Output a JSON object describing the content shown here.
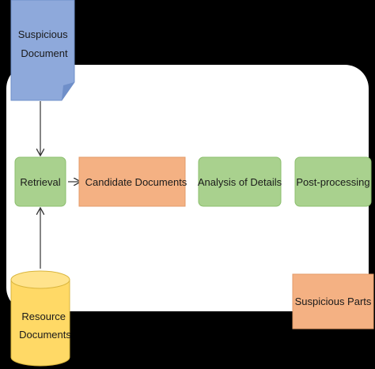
{
  "nodes": {
    "suspicious_document": {
      "lines": [
        "Suspicious",
        "Document"
      ]
    },
    "retrieval": {
      "label": "Retrieval"
    },
    "candidate_documents": {
      "label": "Candidate Documents"
    },
    "analysis_of_details": {
      "label": "Analysis of Details"
    },
    "post_processing": {
      "label": "Post-processing"
    },
    "suspicious_parts": {
      "label": "Suspicious Parts"
    },
    "resource_documents": {
      "lines": [
        "Resource",
        "Documents"
      ]
    }
  },
  "colors": {
    "background": "#000000",
    "panel": "#ffffff",
    "document_fill": "#8ea9db",
    "process_fill": "#a9d18e",
    "output_fill": "#f4b183",
    "database_fill": "#ffd966",
    "arrow": "#333333"
  }
}
